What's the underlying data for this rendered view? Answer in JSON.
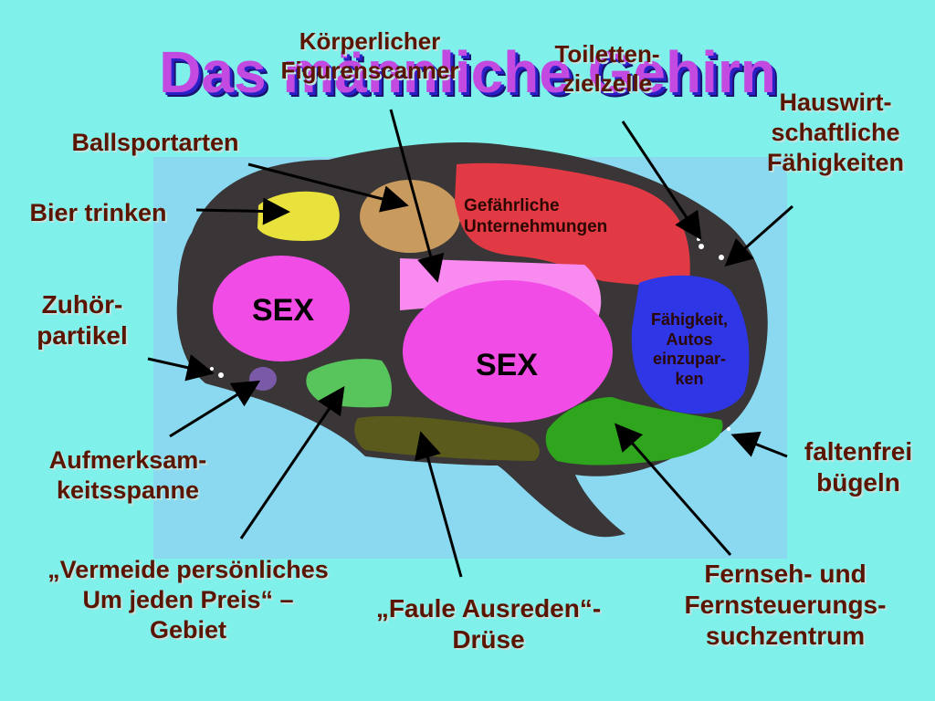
{
  "title": "Das männliche Gehirn",
  "labels": {
    "koerper_1": "Körperlicher",
    "koerper_2": "Figurenscanner",
    "toilette_1": "Toiletten-",
    "toilette_2": "zielzelle",
    "haus_1": "Hauswirt-",
    "haus_2": "schaftliche",
    "haus_3": "Fähigkeiten",
    "ball": "Ballsportarten",
    "bier": "Bier trinken",
    "zuhoer_1": "Zuhör-",
    "zuhoer_2": "partikel",
    "aufm_1": "Aufmerksam-",
    "aufm_2": "keitsspanne",
    "vermeide_1": "„Vermeide persönliches",
    "vermeide_2": "Um jeden Preis“ –",
    "vermeide_3": "Gebiet",
    "faule_1": "„Faule Ausreden“-",
    "faule_2": "Drüse",
    "fernseh_1": "Fernseh- und",
    "fernseh_2": "Fernsteuerungs-",
    "fernseh_3": "suchzentrum",
    "falten_1": "faltenfrei",
    "falten_2": "bügeln"
  },
  "regions": {
    "sex_1": "SEX",
    "sex_2": "SEX",
    "gefaehrlich_1": "Gefährliche",
    "gefaehrlich_2": "Unternehmungen",
    "auto_1": "Fähigkeit,",
    "auto_2": "Autos",
    "auto_3": "einzupar-",
    "auto_4": "ken"
  },
  "colors": {
    "background": "#7ff0ea",
    "panel": "#8ad9f0",
    "brain": "#3a3536",
    "label_text": "#5a1500",
    "title": "#c24ae0",
    "sex": "#f24ce6",
    "danger": "#e23a45",
    "parking": "#2f36e6",
    "tv": "#2fa51d",
    "ball": "#c99a5e",
    "beer": "#e9e23c",
    "scanner": "#f98af0",
    "attention": "#7a5aa8",
    "avoid": "#58c45c",
    "excuses": "#5a5a1c"
  }
}
